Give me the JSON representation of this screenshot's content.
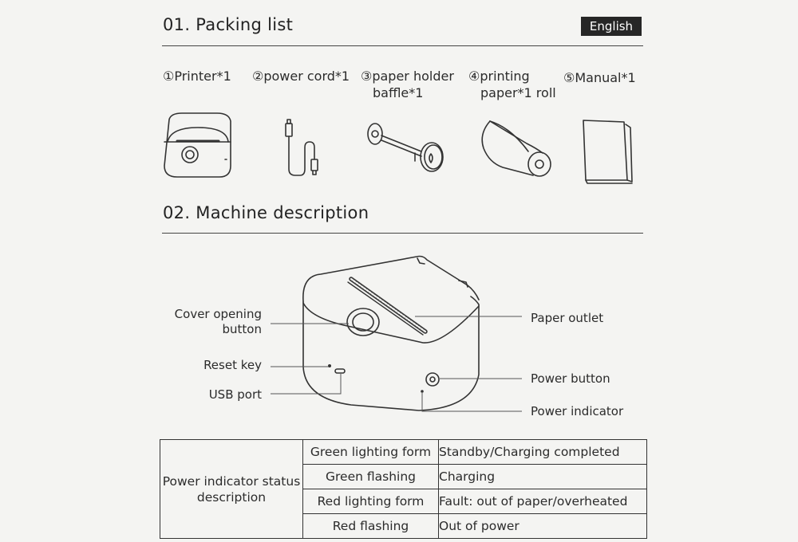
{
  "section1": {
    "title": "01. Packing list",
    "language_badge": "English",
    "items": [
      {
        "lines": [
          "①Printer*1"
        ]
      },
      {
        "lines": [
          "②power cord*1"
        ]
      },
      {
        "lines": [
          "③paper holder",
          "baffle*1"
        ]
      },
      {
        "lines": [
          "④printing",
          "paper*1 roll"
        ]
      },
      {
        "lines": [
          "⑤Manual*1"
        ]
      }
    ]
  },
  "section2": {
    "title": "02. Machine description",
    "callouts_left": [
      {
        "lines": [
          "Cover opening",
          "button"
        ]
      },
      {
        "lines": [
          "Reset key"
        ]
      },
      {
        "lines": [
          "USB port"
        ]
      }
    ],
    "callouts_right": [
      {
        "text": "Paper outlet"
      },
      {
        "text": "Power button"
      },
      {
        "text": "Power indicator"
      }
    ]
  },
  "status_table": {
    "row_header": [
      "Power indicator status",
      "description"
    ],
    "rows": [
      {
        "state": "Green lighting form",
        "meaning": "Standby/Charging completed"
      },
      {
        "state": "Green flashing",
        "meaning": "Charging"
      },
      {
        "state": "Red lighting form",
        "meaning": "Fault: out of paper/overheated"
      },
      {
        "state": "Red flashing",
        "meaning": "Out of power"
      }
    ]
  }
}
